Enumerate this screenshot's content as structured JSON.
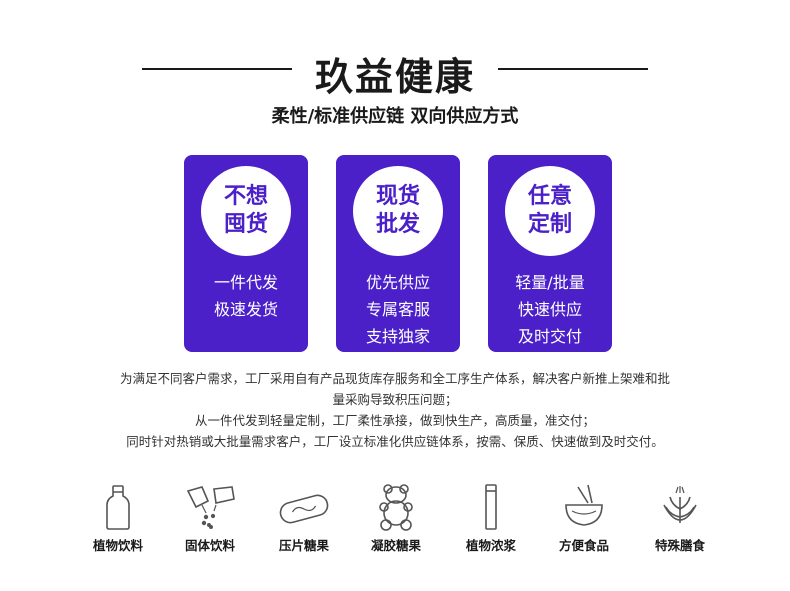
{
  "header": {
    "title": "玖益健康",
    "subtitle": "柔性/标准供应链 双向供应方式"
  },
  "cards": [
    {
      "circle_line1": "不想",
      "circle_line2": "囤货",
      "lines": [
        "一件代发",
        "极速发货"
      ]
    },
    {
      "circle_line1": "现货",
      "circle_line2": "批发",
      "lines": [
        "优先供应",
        "专属客服",
        "支持独家"
      ]
    },
    {
      "circle_line1": "任意",
      "circle_line2": "定制",
      "lines": [
        "轻量/批量",
        "快速供应",
        "及时交付"
      ]
    }
  ],
  "description": [
    "为满足不同客户需求，工厂采用自有产品现货库存服务和全工序生产体系，解决客户新推上架难和批",
    "量采购导致积压问题；",
    "从一件代发到轻量定制，工厂柔性承接，做到快生产，高质量，准交付；",
    "同时针对热销或大批量需求客户，工厂设立标准化供应链体系，按需、保质、快速做到及时交付。"
  ],
  "theme": {
    "accent": "#4b20c8",
    "text": "#1a1a1a"
  },
  "products": [
    {
      "label": "植物饮料",
      "icon": "bottle-icon"
    },
    {
      "label": "固体饮料",
      "icon": "sachet-icon"
    },
    {
      "label": "压片糖果",
      "icon": "tablet-icon"
    },
    {
      "label": "凝胶糖果",
      "icon": "gummy-bear-icon"
    },
    {
      "label": "植物浓浆",
      "icon": "tube-icon"
    },
    {
      "label": "方便食品",
      "icon": "bowl-icon"
    },
    {
      "label": "特殊膳食",
      "icon": "wheat-icon"
    }
  ]
}
